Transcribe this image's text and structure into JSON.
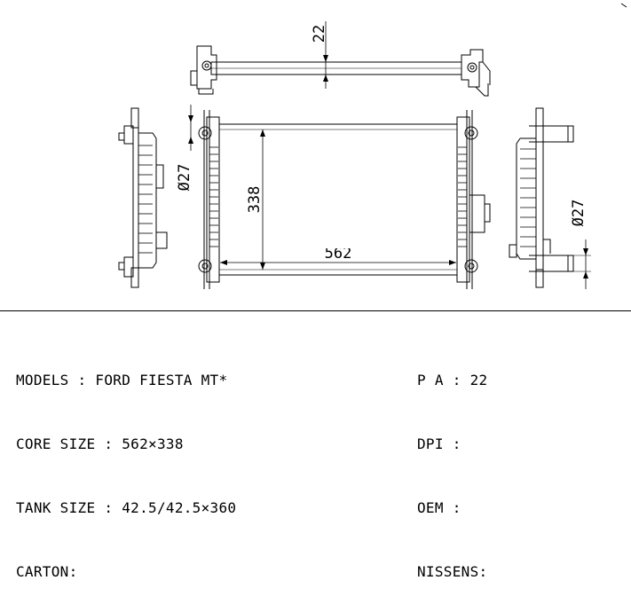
{
  "drawing": {
    "dim_top": "22",
    "dim_height": "338",
    "dim_width": "562",
    "dim_pipe_left": "Ø27",
    "dim_pipe_right": "Ø27"
  },
  "specs_left": [
    {
      "label": "MODELS",
      "sep": " : ",
      "value": "FORD FIESTA MT*"
    },
    {
      "label": "CORE SIZE",
      "sep": " : ",
      "value": "562×338"
    },
    {
      "label": "TANK SIZE",
      "sep": " : ",
      "value": "42.5/42.5×360"
    },
    {
      "label": "CARTON",
      "sep": ":",
      "value": ""
    }
  ],
  "specs_right": [
    {
      "label": "P A",
      "sep": " : ",
      "value": "22"
    },
    {
      "label": "DPI",
      "sep": " : ",
      "value": ""
    },
    {
      "label": "OEM",
      "sep": " : ",
      "value": ""
    },
    {
      "label": "NISSENS",
      "sep": ":",
      "value": ""
    }
  ]
}
